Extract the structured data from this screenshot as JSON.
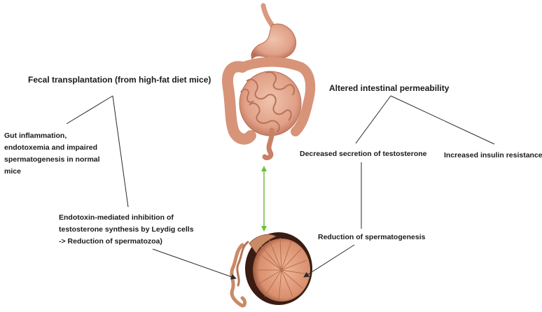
{
  "labels": {
    "fecal": "Fecal transplantation  (from high-fat diet mice)",
    "permeability": "Altered intestinal  permeability",
    "gut_inflammation": [
      "Gut inflammation,",
      "endotoxemia and impaired",
      "spermatogenesis in normal",
      "mice"
    ],
    "decreased_testosterone": "Decreased secretion of testosterone",
    "insulin_resistance": "Increased insulin resistance",
    "endotoxin": [
      "Endotoxin-mediated inhibition of",
      "testosterone synthesis by Leydig cells",
      "-> Reduction of spermatozoa)"
    ],
    "reduction_spermatogenesis": "Reduction of spermatogenesis"
  },
  "illustrations": {
    "top": "digestive-tract",
    "bottom": "testis-cross-section"
  },
  "colors": {
    "line": "#2b2b2b",
    "bidirectional_arrow": "#6abf3a",
    "intestine": "#e2a88f",
    "intestine_shadow": "#b86f56",
    "testis_outer": "#3a1c12",
    "testis_inner": "#e6a487",
    "epididymis": "#c98a66"
  }
}
